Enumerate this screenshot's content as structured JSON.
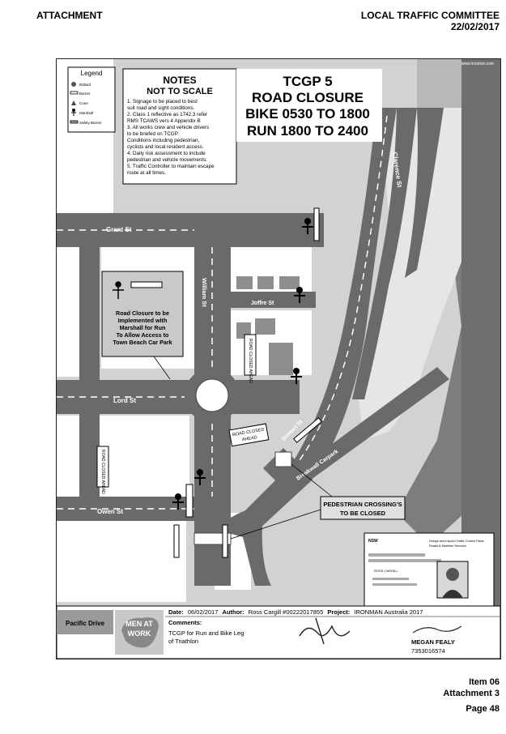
{
  "header": {
    "left": "ATTACHMENT",
    "right_title": "LOCAL TRAFFIC COMMITTEE",
    "right_date": "22/02/2017"
  },
  "plan": {
    "watermark": "www.invarion.com",
    "legend": {
      "title": "Legend",
      "items": [
        {
          "label": "Bollard",
          "icon": "bollard-icon"
        },
        {
          "label": "Barrier",
          "icon": "barrier-icon"
        },
        {
          "label": "Cone",
          "icon": "cone-icon"
        },
        {
          "label": "Marshall",
          "icon": "marshall-icon"
        },
        {
          "label": "Safety Barrier",
          "icon": "safety-barrier-icon"
        }
      ]
    },
    "notes": {
      "title": "NOTES",
      "subtitle": "NOT TO SCALE",
      "lines": [
        "1. Signage to be placed to best",
        "    suit road and sight conditions.",
        "2. Class 1 reflective as 1742.3 refer",
        "    RMS TCAWS vers 4 Appendix B",
        "3. All works crew and vehicle drivers",
        "    to be briefed on TCGP.",
        "    Conditions including pedestrian,",
        "    cyclists and local resident access.",
        "4. Daily risk assessment to include",
        "    pedestrian and vehicle movements.",
        "5. Traffic Controller to maintain escape",
        "    route at all times."
      ]
    },
    "title_block": {
      "line1": "TCGP 5",
      "line2": "ROAD CLOSURE",
      "line3": "BIKE 0530 TO 1800",
      "line4": "RUN 1800 TO 2400"
    },
    "streets": {
      "grant": "Grant St",
      "william": "William St",
      "joffre": "Joffre St",
      "lord": "Lord St",
      "owen": "Owen St",
      "clarence": "Clarence St",
      "stewart": "Stewart St",
      "breakwall": "Breakwall Carpark"
    },
    "callout_closure": [
      "Road Closure to be",
      "Implemented with",
      "Marshall for Run",
      "To Allow Access to",
      "Town Beach Car Park"
    ],
    "callout_crossing": [
      "PEDESTRIAN CROSSING'S",
      "TO BE CLOSED"
    ],
    "sign_road_closed": "ROAD CLOSED",
    "sign_ahead": "AHEAD",
    "sign_road_closed_ahead": "ROAD CLOSED AHEAD",
    "licence_card": {
      "title_line1": "Design and Inspect Traffic Control Plans",
      "title_line2": "Roads & Maritime Services",
      "nsw": "NSW",
      "name_small": "ROSS CARGILL"
    },
    "info_bar": {
      "label_date": "Date:",
      "date": "06/02/2017",
      "label_author": "Author:",
      "author": "Ross Cargill #00222017855",
      "label_project": "Project:",
      "project": "IRONMAN Australia 2017",
      "label_comments": "Comments:",
      "comments_line1": "TCGP for Run and Bike Leg",
      "comments_line2": "of Triathlon",
      "location": "Pacific Drive",
      "logo_line1": "MEN AT",
      "logo_line2": "WORK",
      "approver_name": "MEGAN FEALY",
      "approver_number": "7353016574"
    }
  },
  "footer": {
    "item": "Item 06",
    "attachment": "Attachment 3",
    "page": "Page 48"
  }
}
